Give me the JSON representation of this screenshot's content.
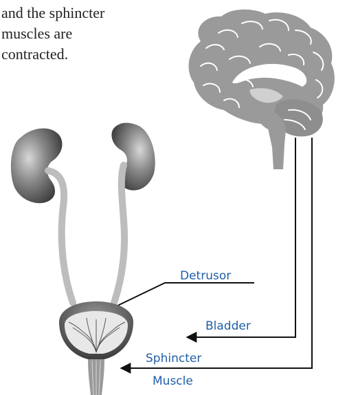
{
  "caption": {
    "lines": [
      "and the sphincter",
      "muscles are",
      "contracted."
    ]
  },
  "labels": {
    "detrusor": "Detrusor",
    "bladder": "Bladder",
    "sphincter_line1": "Sphincter",
    "sphincter_line2": "Muscle"
  },
  "colors": {
    "label_text": "#1f5fa8",
    "organ_gray": "#9a9a9a",
    "line": "#111111"
  }
}
